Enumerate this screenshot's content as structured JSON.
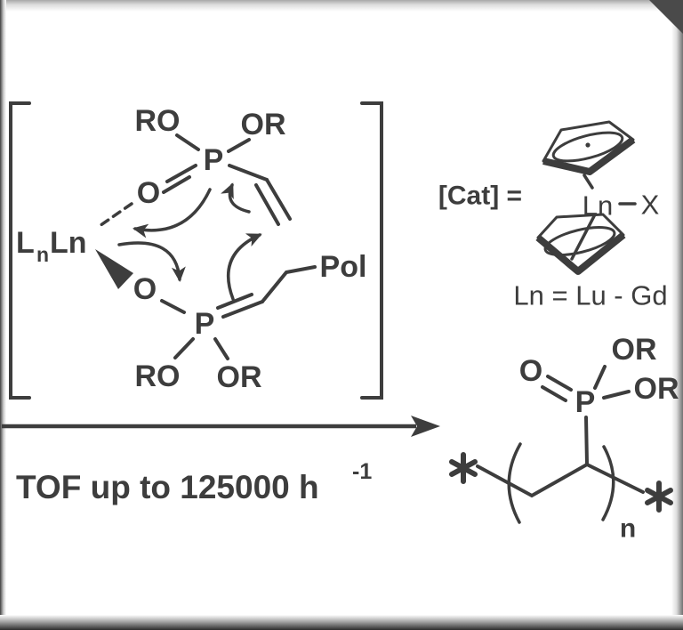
{
  "ink_color": "#3d3d3d",
  "background_color": "#ffffff",
  "bracket_complex": {
    "ro_top": "RO",
    "or_top": "OR",
    "p_top": "P",
    "o_top": "O",
    "metal_l": "L",
    "metal_l_sub": "n",
    "metal_ln": "Ln",
    "o_bottom": "O",
    "p_bottom": "P",
    "ro_bottom": "RO",
    "or_bottom": "OR",
    "pol": "Pol"
  },
  "catalyst": {
    "cat_eq": "[Cat] =",
    "ln": "Ln",
    "x": "X",
    "range": "Ln = Lu - Gd"
  },
  "tof": {
    "main": "TOF up to 125000 h",
    "superscript": "-1"
  },
  "product": {
    "o": "O",
    "p": "P",
    "or_top": "OR",
    "or_right": "OR",
    "repeat_sub": "n",
    "star_left": "*",
    "star_right": "*",
    "paren_open": "(",
    "paren_close": ")"
  }
}
